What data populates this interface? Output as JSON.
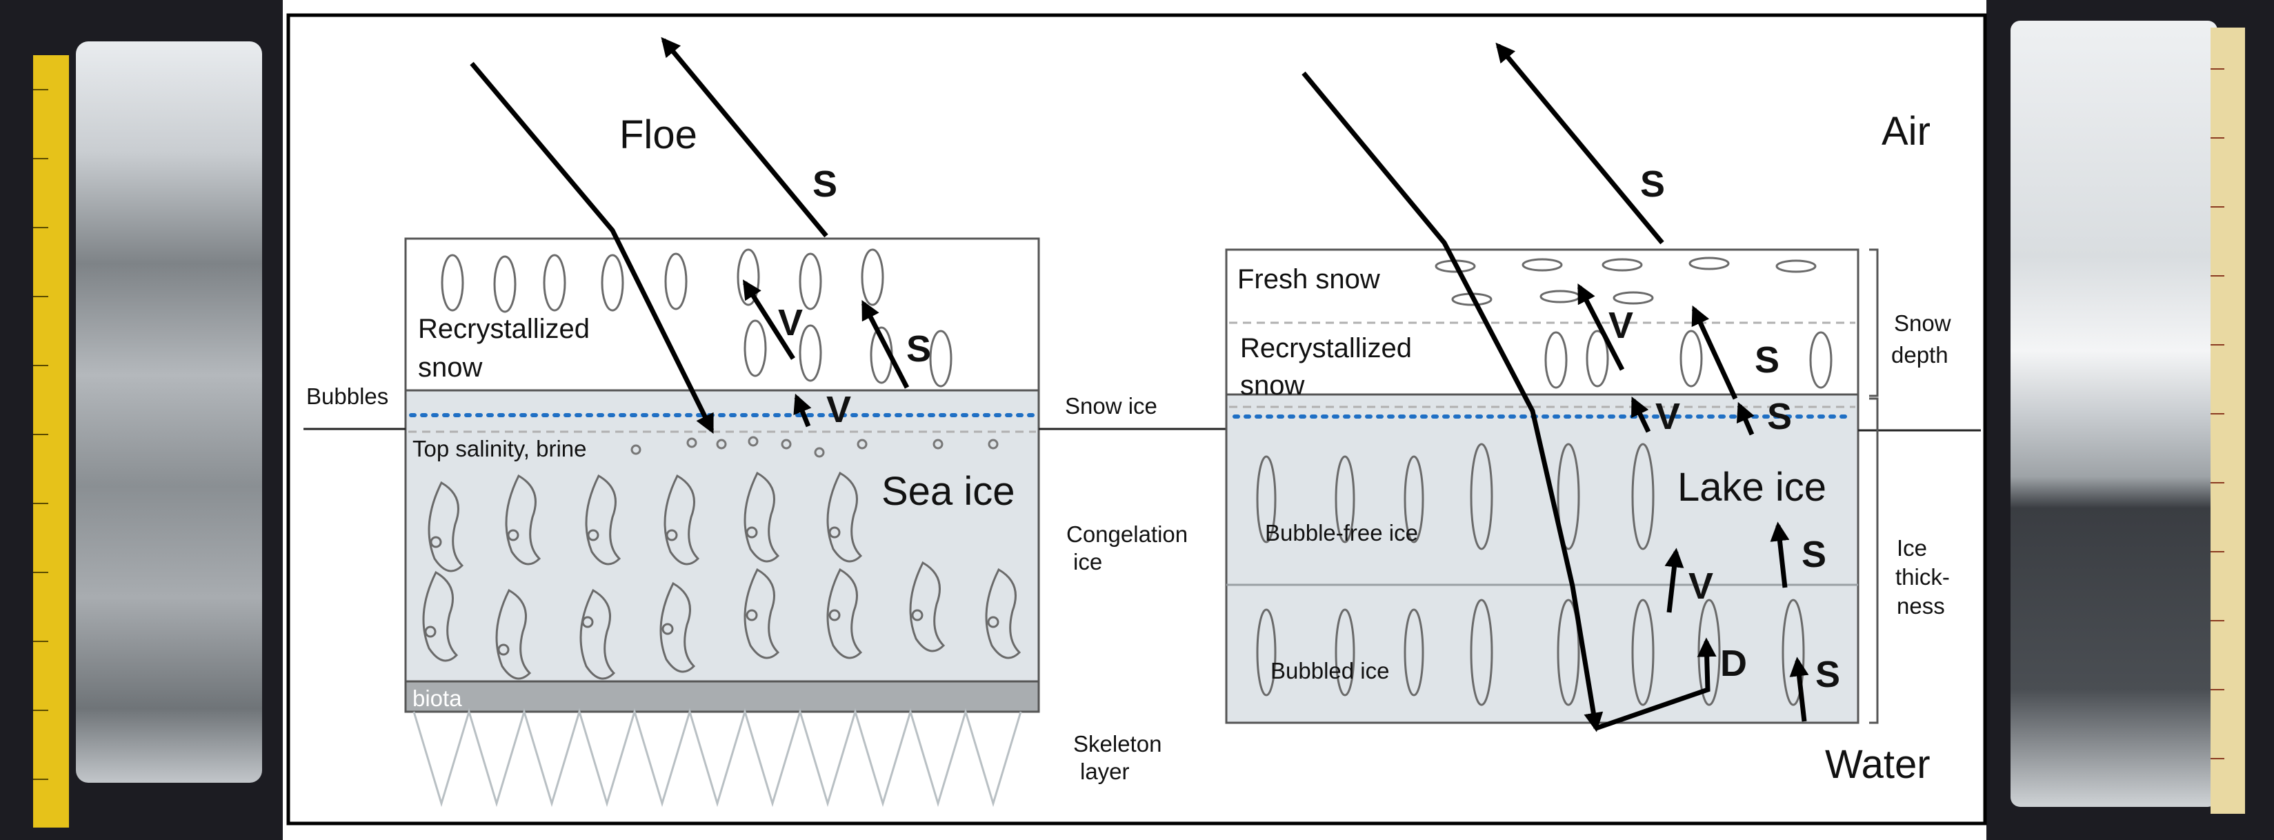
{
  "left_diagram": {
    "title": "Floe",
    "medium": "Sea ice",
    "layer_labels": {
      "recrystallized_snow": [
        "Recrystallized",
        "snow"
      ],
      "top_salinity": "Top salinity, brine",
      "biota": "biota"
    },
    "side_labels": {
      "bubbles": "Bubbles",
      "snow_ice": "Snow ice",
      "congelation_ice": [
        "Congelation",
        "ice"
      ],
      "skeleton_layer": [
        "Skeleton",
        "layer"
      ]
    },
    "path_labels": {
      "S_top": "S",
      "V_snow": "V",
      "S_snow": "S",
      "V_surface": "V"
    }
  },
  "right_diagram": {
    "air_label": "Air",
    "water_label": "Water",
    "medium": "Lake ice",
    "layer_labels": {
      "fresh_snow": "Fresh snow",
      "recrystallized_snow": [
        "Recrystallized",
        "snow"
      ],
      "bubble_free_ice": "Bubble-free ice",
      "bubbled_ice": "Bubbled ice"
    },
    "side_labels": {
      "snow_depth": [
        "Snow",
        "depth"
      ],
      "ice_thickness": [
        "Ice",
        "thick-",
        "ness"
      ]
    },
    "path_labels": {
      "S_top": "S",
      "V_snow": "V",
      "S_snow": "S",
      "V_surface": "V",
      "S_surface": "S",
      "V_ice": "V",
      "S_ice": "S",
      "D_bottom": "D",
      "S_bottom": "S"
    }
  },
  "colors": {
    "ice_fill": "#dfe4e8",
    "biota_band": "#a9adb0",
    "waterline_dots": "#1f6fc4",
    "photo_background": "#1c1c22",
    "ruler": "#e6c21a"
  }
}
